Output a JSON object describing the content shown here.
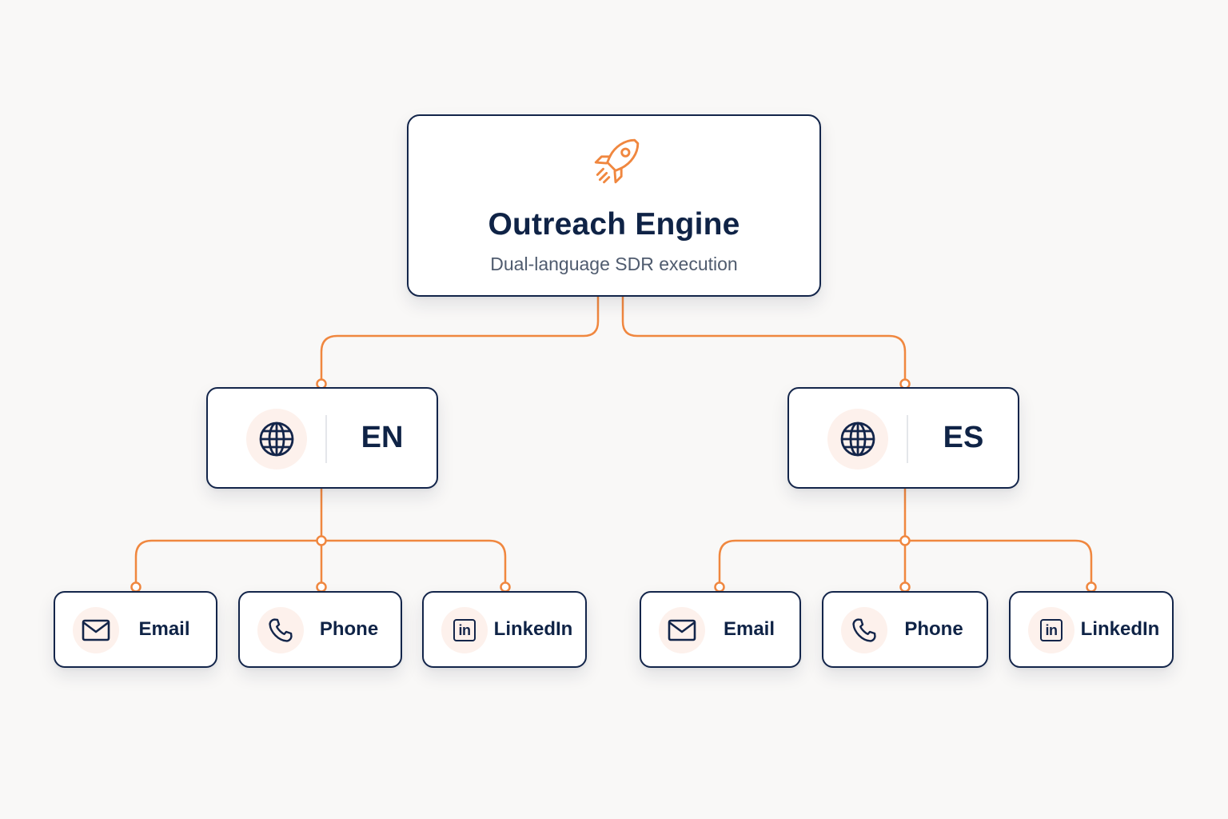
{
  "root": {
    "title": "Outreach Engine",
    "subtitle": "Dual-language SDR execution",
    "icon": "rocket-icon"
  },
  "languages": [
    {
      "code": "EN",
      "icon": "globe-icon",
      "channels": [
        {
          "label": "Email",
          "icon": "mail-icon"
        },
        {
          "label": "Phone",
          "icon": "phone-icon"
        },
        {
          "label": "LinkedIn",
          "icon": "linkedin-icon",
          "glyph": "in"
        }
      ]
    },
    {
      "code": "ES",
      "icon": "globe-icon",
      "channels": [
        {
          "label": "Email",
          "icon": "mail-icon"
        },
        {
          "label": "Phone",
          "icon": "phone-icon"
        },
        {
          "label": "LinkedIn",
          "icon": "linkedin-icon",
          "glyph": "in"
        }
      ]
    }
  ],
  "colors": {
    "accent": "#f0873f",
    "node_border": "#13254a",
    "text_primary": "#0f2346",
    "text_secondary": "#4f5b6e",
    "icon_circle": "#fdf1ec",
    "background": "#f9f8f7"
  }
}
